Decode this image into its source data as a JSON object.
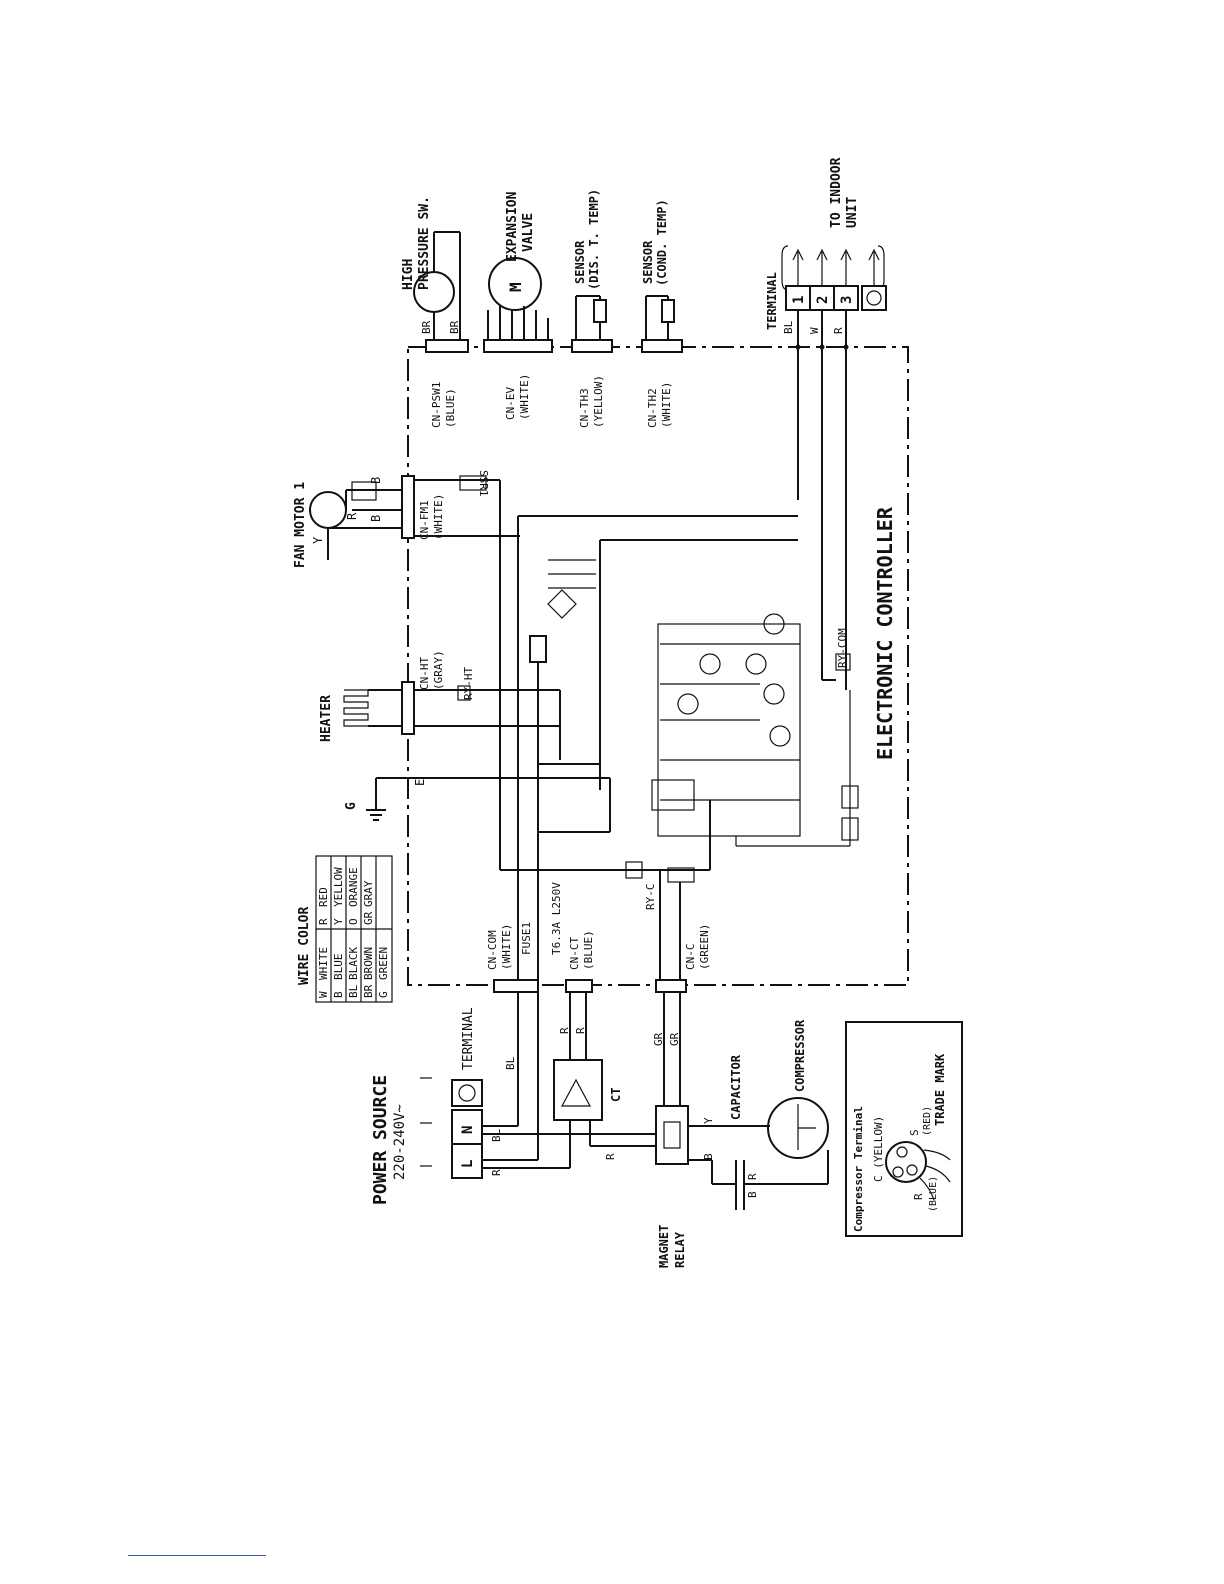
{
  "power_source": {
    "title": "POWER SOURCE",
    "voltage": "220-240V~",
    "terminals": [
      "L",
      "N"
    ]
  },
  "terminal_label": "TERMINAL",
  "wire_color": {
    "title": "WIRE COLOR",
    "rows": [
      [
        "W",
        "WHITE",
        "R",
        "RED"
      ],
      [
        "B",
        "BLUE",
        "Y",
        "YELLOW"
      ],
      [
        "BL",
        "BLACK",
        "O",
        "ORANGE"
      ],
      [
        "BR",
        "BROWN",
        "GR",
        "GRAY"
      ],
      [
        "G",
        "GREEN",
        "",
        ""
      ]
    ]
  },
  "fan_motor": {
    "label": "FAN MOTOR 1",
    "connector": "CN-FM1",
    "connector_color": "(WHITE)",
    "ssr": "SSR1"
  },
  "heater": {
    "label": "HEATER",
    "connector": "CN-HT",
    "connector_color": "(GRAY)",
    "relay": "RY-HT"
  },
  "ground": {
    "label": "G",
    "pin": "E"
  },
  "high_pressure": {
    "label_line1": "HIGH",
    "label_line2": "PRESSURE SW.",
    "connector": "CN-PSW1",
    "connector_color": "(BLUE)"
  },
  "expansion_valve": {
    "label_line1": "EXPANSION",
    "label_line2": "VALVE",
    "connector": "CN-EV",
    "connector_color": "(WHITE)",
    "motor": "M"
  },
  "sensor_dis": {
    "label_line1": "SENSOR",
    "label_line2": "(DIS. T. TEMP)",
    "connector": "CN-TH3",
    "connector_color": "(YELLOW)"
  },
  "sensor_cond": {
    "label_line1": "SENSOR",
    "label_line2": "(COND. TEMP)",
    "connector": "CN-TH2",
    "connector_color": "(WHITE)"
  },
  "indoor_terminal": {
    "label": "TERMINAL",
    "to_indoor_line1": "TO INDOOR",
    "to_indoor_line2": "UNIT",
    "terminals": [
      "1",
      "2",
      "3"
    ],
    "wires": [
      "BL",
      "W",
      "R"
    ]
  },
  "electronic_controller": "ELECTRONIC CONTROLLER",
  "ry_com": "RY-COM",
  "ry_c": "RY-C",
  "cn_com": {
    "label": "CN-COM",
    "color": "(WHITE)",
    "fuse": "FUSE1",
    "fuse_rating": "T6.3A L250V"
  },
  "cn_ct": {
    "label": "CN-CT",
    "color": "(BLUE)"
  },
  "cn_c": {
    "label": "CN-C",
    "color": "(GREEN)"
  },
  "ct": "CT",
  "magnet_relay": {
    "line1": "MAGNET",
    "line2": "RELAY"
  },
  "capacitor": "CAPACITOR",
  "compressor": "COMPRESSOR",
  "compressor_terminal": {
    "title": "Compressor Terminal",
    "c_label": "C (YELLOW)",
    "s_label": "S",
    "s_color": "(RED)",
    "r_label": "R",
    "r_color": "(BLUE)",
    "trademark": "TRADE MARK"
  },
  "wire_labels": {
    "bl": "BL",
    "r": "R",
    "b": "B",
    "br": "BR",
    "gr": "GR",
    "y": "Y",
    "w": "W"
  }
}
